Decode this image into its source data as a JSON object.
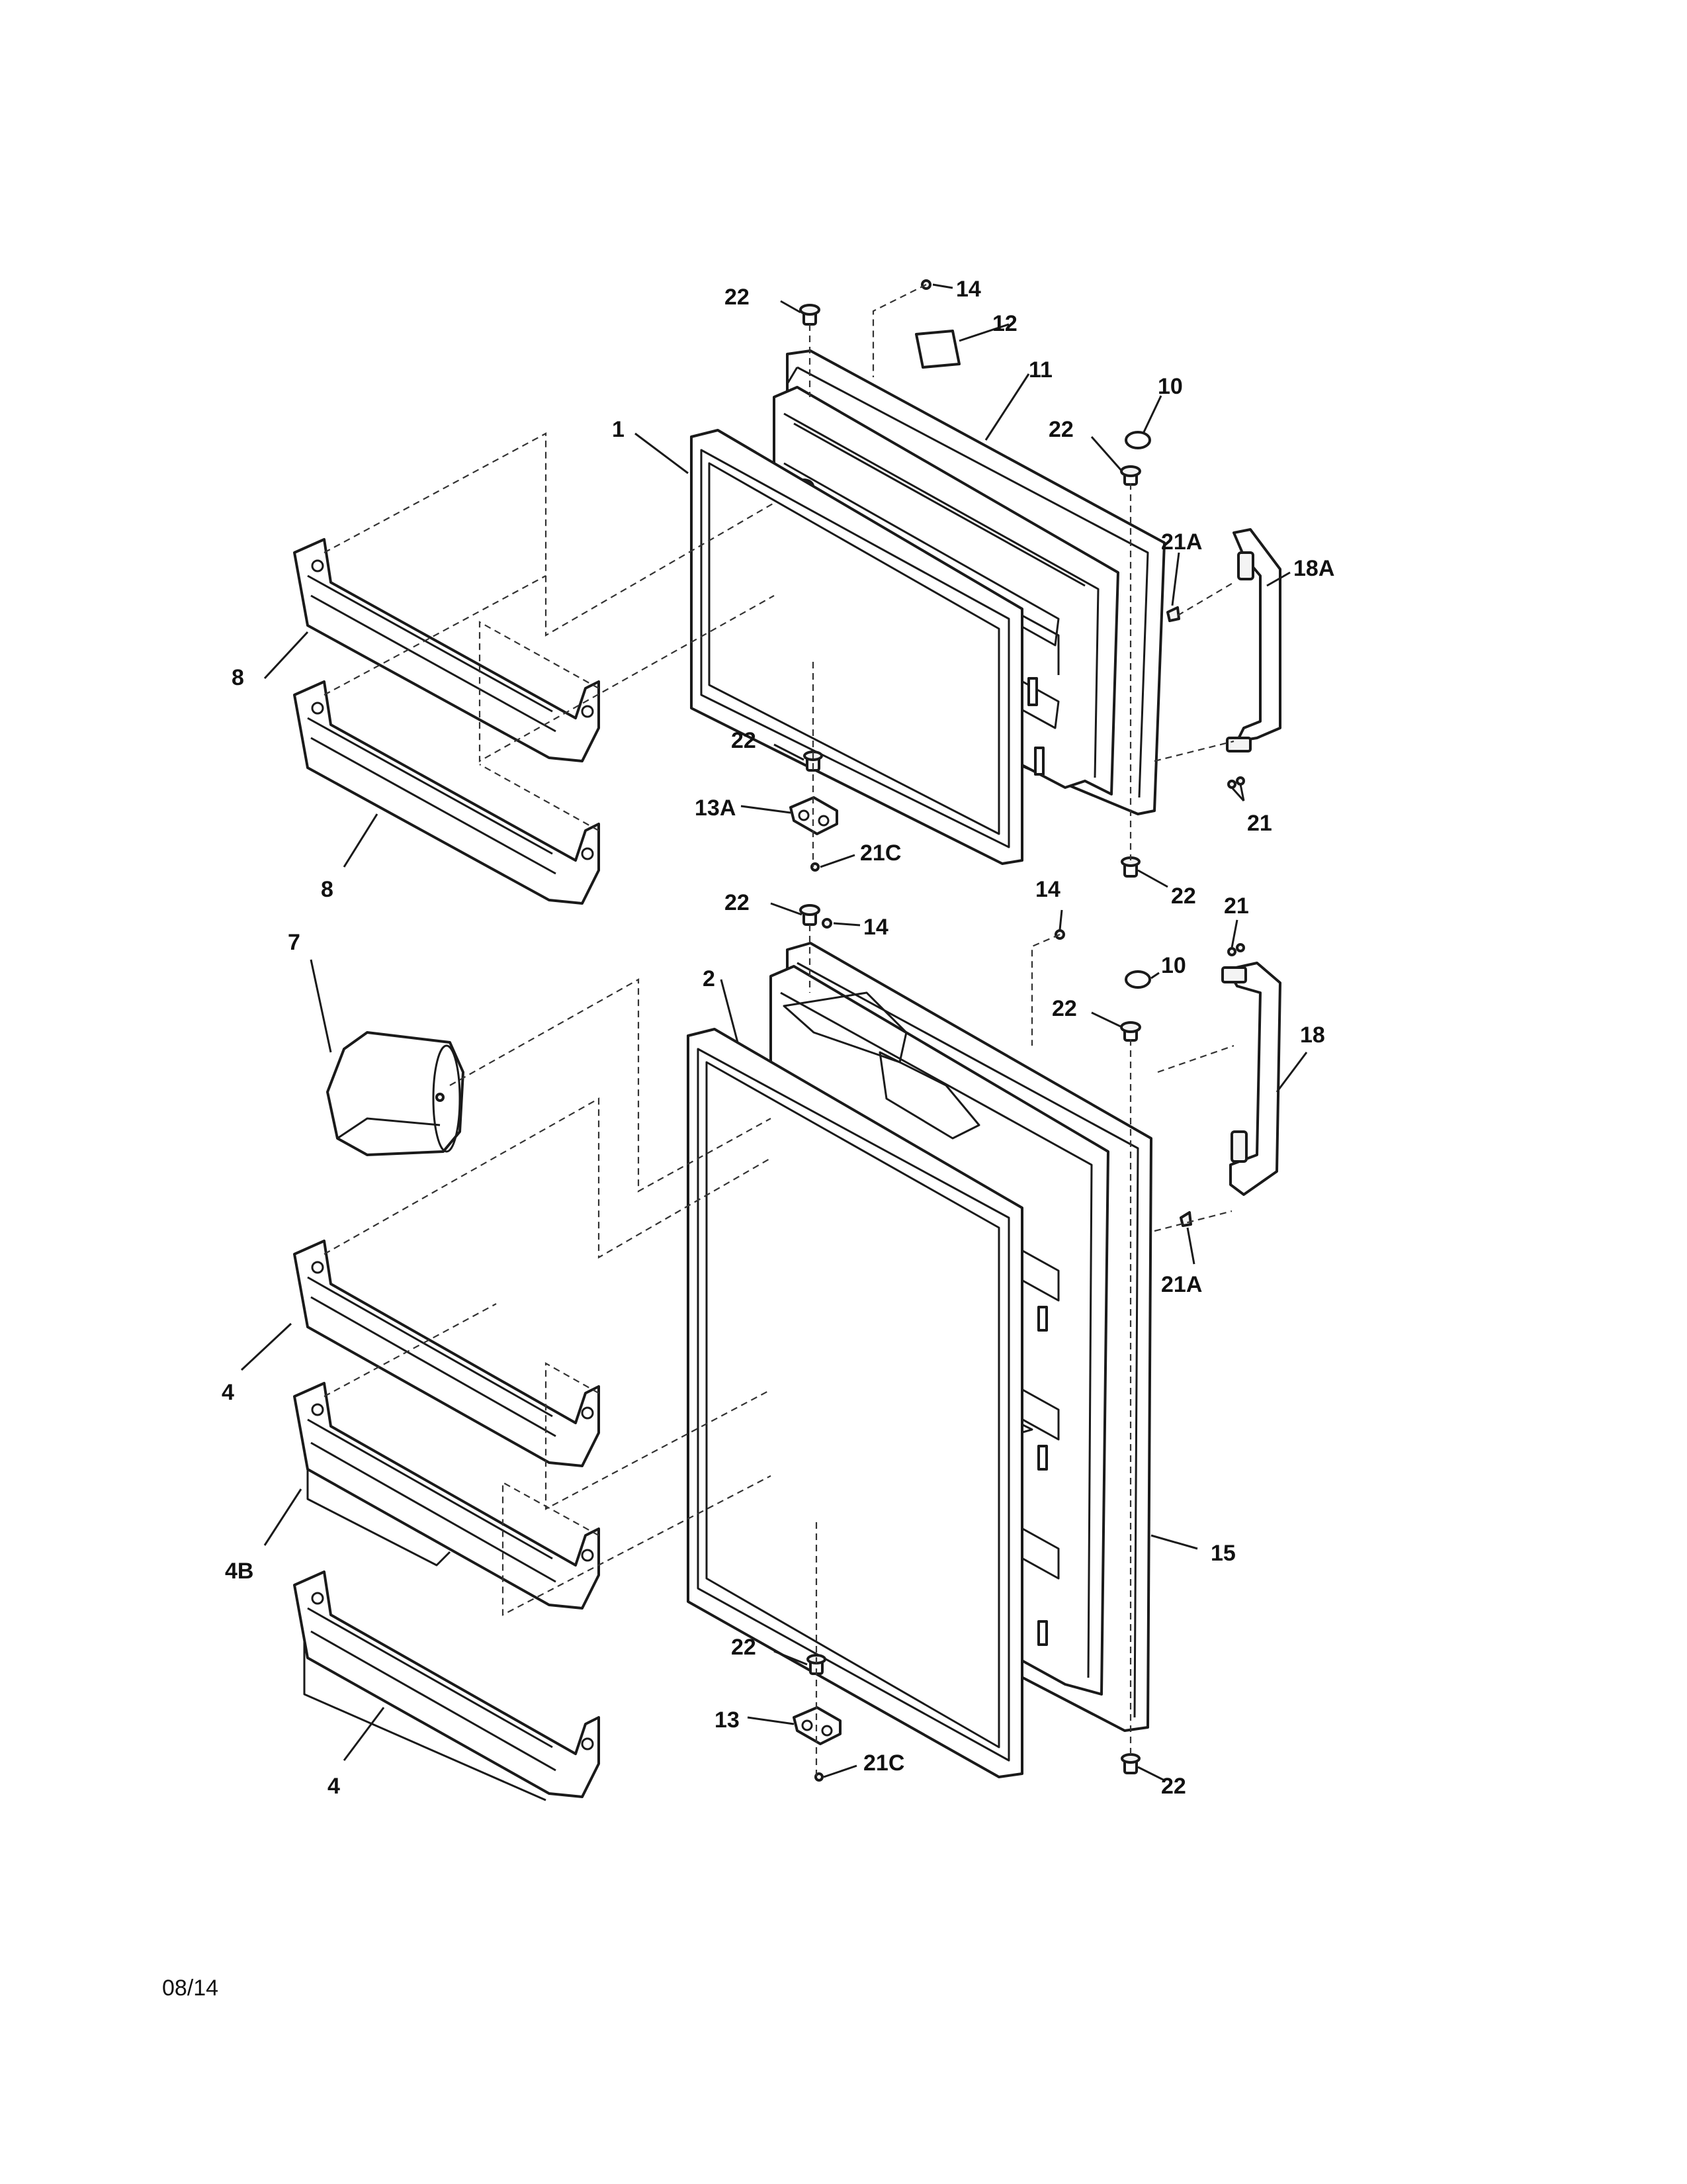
{
  "callouts": {
    "c1": "1",
    "c2": "2",
    "c4a": "4",
    "c4b": "4",
    "c4B": "4B",
    "c7": "7",
    "c8a": "8",
    "c8b": "8",
    "c10a": "10",
    "c10b": "10",
    "c11": "11",
    "c12": "12",
    "c13": "13",
    "c13A": "13A",
    "c14a": "14",
    "c14b": "14",
    "c14c": "14",
    "c15": "15",
    "c18": "18",
    "c18A": "18A",
    "c21a": "21",
    "c21b": "21",
    "c21Aa": "21A",
    "c21Ab": "21A",
    "c21Ca": "21C",
    "c21Cb": "21C",
    "c22a": "22",
    "c22b": "22",
    "c22c": "22",
    "c22d": "22",
    "c22e": "22",
    "c22f": "22",
    "c22g": "22",
    "c22h": "22"
  },
  "footer": {
    "date_code": "08/14"
  }
}
